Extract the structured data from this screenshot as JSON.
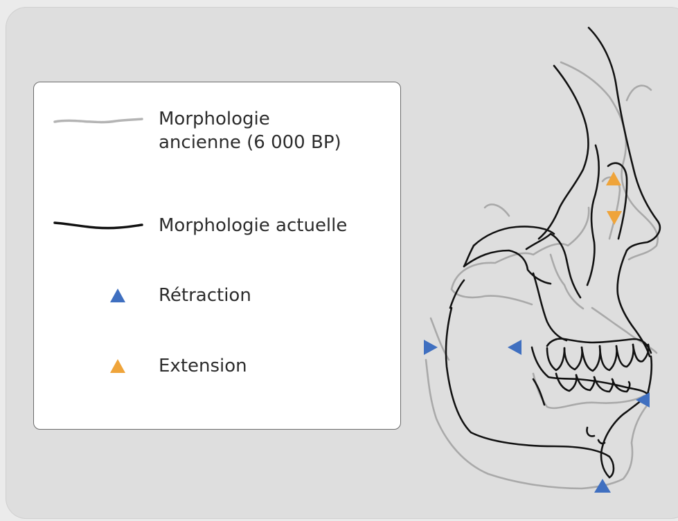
{
  "legend": {
    "items": [
      {
        "label_line1": "Morphologie",
        "label_line2": "ancienne (6 000 BP)",
        "swatch": "line",
        "color": "#b4b4b4"
      },
      {
        "label": "Morphologie actuelle",
        "swatch": "line",
        "color": "#111111"
      },
      {
        "label": "Rétraction",
        "swatch": "triangle",
        "color": "#3f6fc0"
      },
      {
        "label": "Extension",
        "swatch": "triangle",
        "color": "#efa43a"
      }
    ]
  },
  "colors": {
    "background": "#ebebeb",
    "panel": "#dedede",
    "ancient_outline": "#a9a9a9",
    "modern_outline": "#111111",
    "retraction_arrow": "#3f6fc0",
    "extension_arrow": "#efa43a"
  },
  "arrows": {
    "retraction_count": 4,
    "extension_count": 2
  }
}
